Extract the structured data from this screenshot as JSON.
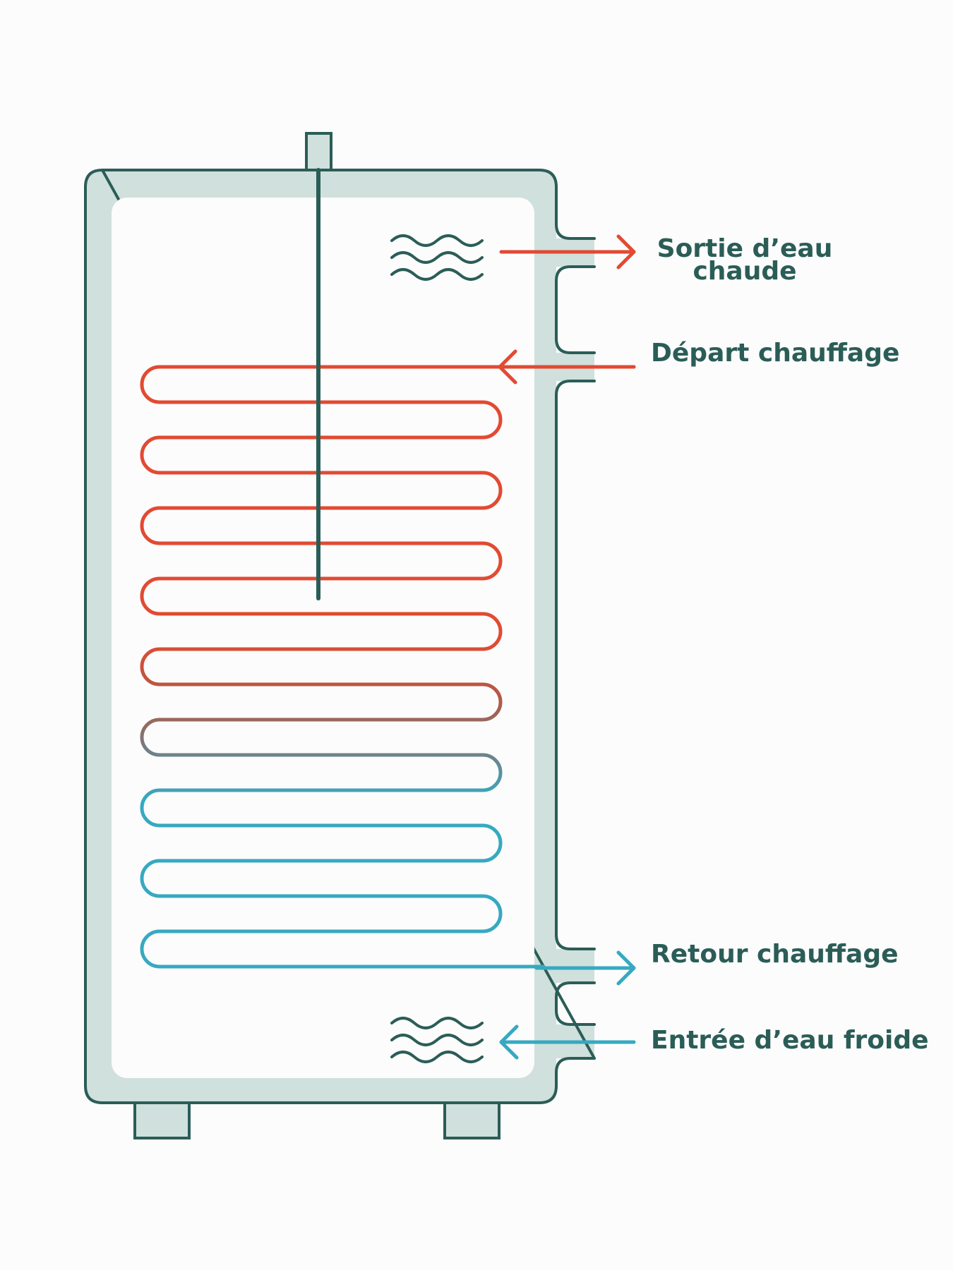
{
  "colors": {
    "background": "#fcfcfc",
    "tank_outline": "#2b5d57",
    "tank_fill": "#d0e0dc",
    "tank_inner": "#fcfcfc",
    "hot": "#e24a32",
    "cold": "#36a9c1",
    "label_text": "#2b5d57"
  },
  "labels": {
    "hot_water_outlet": [
      "Sortie d’eau",
      "chaude"
    ],
    "heating_flow": "Départ chauffage",
    "heating_return": "Retour chauffage",
    "cold_water_inlet": "Entrée d’eau froide"
  },
  "icons": {
    "hot_water_waves": "water-waves-icon",
    "cold_water_waves": "water-waves-icon",
    "outlet_arrow": "arrow-right-icon",
    "flow_arrow": "arrow-left-icon",
    "return_arrow": "arrow-right-icon",
    "inlet_arrow": "arrow-left-icon"
  },
  "coil": {
    "turns": 17,
    "color_gradient": [
      "hot",
      "hot",
      "hot",
      "cold",
      "cold"
    ]
  }
}
